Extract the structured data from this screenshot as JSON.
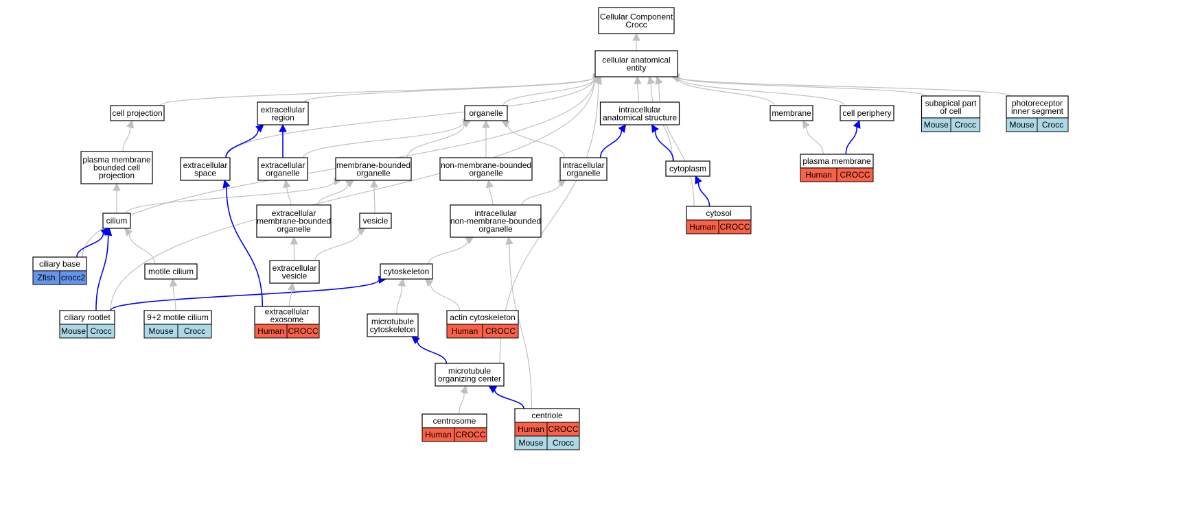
{
  "colors": {
    "gray_edge": "#c0c0c0",
    "blue_edge": "#0000ff",
    "human": "#fa6147",
    "mouse": "#add8e6",
    "zfish": "#6495ed",
    "node_border": "#000000"
  },
  "nodes": [
    {
      "id": "root",
      "lines": [
        "Cellular Component",
        "Crocc"
      ]
    },
    {
      "id": "cae",
      "lines": [
        "cellular anatomical",
        "entity"
      ]
    },
    {
      "id": "cellproj",
      "lines": [
        "cell projection"
      ]
    },
    {
      "id": "exreg",
      "lines": [
        "extracellular",
        "region"
      ]
    },
    {
      "id": "organelle",
      "lines": [
        "organelle"
      ]
    },
    {
      "id": "ias",
      "lines": [
        "intracellular",
        "anatomical structure"
      ]
    },
    {
      "id": "membrane",
      "lines": [
        "membrane"
      ]
    },
    {
      "id": "cellper",
      "lines": [
        "cell periphery"
      ]
    },
    {
      "id": "subapical",
      "lines": [
        "subapical part",
        "of cell"
      ],
      "tags": [
        {
          "species": "Mouse",
          "gene": "Crocc",
          "color": "mouse"
        }
      ]
    },
    {
      "id": "photo",
      "lines": [
        "photoreceptor",
        "inner segment"
      ],
      "tags": [
        {
          "species": "Mouse",
          "gene": "Crocc",
          "color": "mouse"
        }
      ]
    },
    {
      "id": "pmbcp",
      "lines": [
        "plasma membrane",
        "bounded cell",
        "projection"
      ]
    },
    {
      "id": "exspace",
      "lines": [
        "extracellular",
        "space"
      ]
    },
    {
      "id": "exorg",
      "lines": [
        "extracellular",
        "organelle"
      ]
    },
    {
      "id": "mbo",
      "lines": [
        "membrane-bounded",
        "organelle"
      ]
    },
    {
      "id": "nmbo",
      "lines": [
        "non-membrane-bounded",
        "organelle"
      ]
    },
    {
      "id": "intorg",
      "lines": [
        "intracellular",
        "organelle"
      ]
    },
    {
      "id": "cytoplasm",
      "lines": [
        "cytoplasm"
      ]
    },
    {
      "id": "plasmamem",
      "lines": [
        "plasma membrane"
      ],
      "tags": [
        {
          "species": "Human",
          "gene": "CROCC",
          "color": "human"
        }
      ]
    },
    {
      "id": "cilium",
      "lines": [
        "cilium"
      ]
    },
    {
      "id": "exmbo",
      "lines": [
        "extracellular",
        "membrane-bounded",
        "organelle"
      ]
    },
    {
      "id": "vesicle",
      "lines": [
        "vesicle"
      ]
    },
    {
      "id": "inmbo",
      "lines": [
        "intracellular",
        "non-membrane-bounded",
        "organelle"
      ]
    },
    {
      "id": "cytosol",
      "lines": [
        "cytosol"
      ],
      "tags": [
        {
          "species": "Human",
          "gene": "CROCC",
          "color": "human"
        }
      ]
    },
    {
      "id": "cilbase",
      "lines": [
        "ciliary base"
      ],
      "tags": [
        {
          "species": "Zfish",
          "gene": "crocc2",
          "color": "zfish"
        }
      ]
    },
    {
      "id": "motile",
      "lines": [
        "motile cilium"
      ]
    },
    {
      "id": "exves",
      "lines": [
        "extracellular",
        "vesicle"
      ]
    },
    {
      "id": "cytoskel",
      "lines": [
        "cytoskeleton"
      ]
    },
    {
      "id": "cilroot",
      "lines": [
        "ciliary rootlet"
      ],
      "tags": [
        {
          "species": "Mouse",
          "gene": "Crocc",
          "color": "mouse"
        }
      ]
    },
    {
      "id": "motile92",
      "lines": [
        "9+2 motile cilium"
      ],
      "tags": [
        {
          "species": "Mouse",
          "gene": "Crocc",
          "color": "mouse"
        }
      ]
    },
    {
      "id": "exosome",
      "lines": [
        "extracellular",
        "exosome"
      ],
      "tags": [
        {
          "species": "Human",
          "gene": "CROCC",
          "color": "human"
        }
      ]
    },
    {
      "id": "mtcyto",
      "lines": [
        "microtubule",
        "cytoskeleton"
      ]
    },
    {
      "id": "actin",
      "lines": [
        "actin cytoskeleton"
      ],
      "tags": [
        {
          "species": "Human",
          "gene": "CROCC",
          "color": "human"
        }
      ]
    },
    {
      "id": "mtoc",
      "lines": [
        "microtubule",
        "organizing center"
      ]
    },
    {
      "id": "centrosome",
      "lines": [
        "centrosome"
      ],
      "tags": [
        {
          "species": "Human",
          "gene": "CROCC",
          "color": "human"
        }
      ]
    },
    {
      "id": "centriole",
      "lines": [
        "centriole"
      ],
      "tags": [
        {
          "species": "Human",
          "gene": "CROCC",
          "color": "human"
        },
        {
          "species": "Mouse",
          "gene": "Crocc",
          "color": "mouse"
        }
      ]
    }
  ],
  "edges": [
    {
      "from": "cae",
      "to": "root",
      "color": "gray_edge"
    },
    {
      "from": "cellproj",
      "to": "cae",
      "color": "gray_edge"
    },
    {
      "from": "exreg",
      "to": "cae",
      "color": "gray_edge"
    },
    {
      "from": "organelle",
      "to": "cae",
      "color": "gray_edge"
    },
    {
      "from": "ias",
      "to": "cae",
      "color": "gray_edge"
    },
    {
      "from": "membrane",
      "to": "cae",
      "color": "gray_edge"
    },
    {
      "from": "cellper",
      "to": "cae",
      "color": "gray_edge"
    },
    {
      "from": "subapical",
      "to": "cae",
      "color": "gray_edge"
    },
    {
      "from": "photo",
      "to": "cae",
      "color": "gray_edge"
    },
    {
      "from": "exspace",
      "to": "cae",
      "color": "gray_edge"
    },
    {
      "from": "cytoplasm",
      "to": "cae",
      "color": "gray_edge"
    },
    {
      "from": "cytosol",
      "to": "cae",
      "color": "gray_edge"
    },
    {
      "from": "cilbase",
      "to": "cae",
      "color": "gray_edge"
    },
    {
      "from": "cilroot",
      "to": "cae",
      "color": "gray_edge"
    },
    {
      "from": "mtoc",
      "to": "cae",
      "color": "gray_edge"
    },
    {
      "from": "pmbcp",
      "to": "cellproj",
      "color": "gray_edge"
    },
    {
      "from": "exspace",
      "to": "exreg",
      "color": "blue_edge"
    },
    {
      "from": "exorg",
      "to": "exreg",
      "color": "blue_edge"
    },
    {
      "from": "exorg",
      "to": "organelle",
      "color": "gray_edge"
    },
    {
      "from": "mbo",
      "to": "organelle",
      "color": "gray_edge"
    },
    {
      "from": "nmbo",
      "to": "organelle",
      "color": "gray_edge"
    },
    {
      "from": "intorg",
      "to": "organelle",
      "color": "gray_edge"
    },
    {
      "from": "intorg",
      "to": "ias",
      "color": "blue_edge"
    },
    {
      "from": "cytoplasm",
      "to": "ias",
      "color": "blue_edge"
    },
    {
      "from": "plasmamem",
      "to": "membrane",
      "color": "gray_edge"
    },
    {
      "from": "plasmamem",
      "to": "cellper",
      "color": "blue_edge"
    },
    {
      "from": "cilium",
      "to": "pmbcp",
      "color": "gray_edge"
    },
    {
      "from": "cilium",
      "to": "mbo",
      "color": "gray_edge"
    },
    {
      "from": "exmbo",
      "to": "exorg",
      "color": "gray_edge"
    },
    {
      "from": "exmbo",
      "to": "mbo",
      "color": "gray_edge"
    },
    {
      "from": "vesicle",
      "to": "mbo",
      "color": "gray_edge"
    },
    {
      "from": "inmbo",
      "to": "nmbo",
      "color": "gray_edge"
    },
    {
      "from": "inmbo",
      "to": "intorg",
      "color": "gray_edge"
    },
    {
      "from": "cytosol",
      "to": "cytoplasm",
      "color": "blue_edge"
    },
    {
      "from": "cilbase",
      "to": "cilium",
      "color": "blue_edge"
    },
    {
      "from": "motile",
      "to": "cilium",
      "color": "gray_edge"
    },
    {
      "from": "exves",
      "to": "exmbo",
      "color": "gray_edge"
    },
    {
      "from": "exves",
      "to": "vesicle",
      "color": "gray_edge"
    },
    {
      "from": "cytoskel",
      "to": "inmbo",
      "color": "gray_edge"
    },
    {
      "from": "cilroot",
      "to": "cilium",
      "color": "blue_edge"
    },
    {
      "from": "cilroot",
      "to": "cytoskel",
      "color": "blue_edge"
    },
    {
      "from": "motile92",
      "to": "motile",
      "color": "gray_edge"
    },
    {
      "from": "exosome",
      "to": "exves",
      "color": "gray_edge"
    },
    {
      "from": "exosome",
      "to": "exspace",
      "color": "blue_edge"
    },
    {
      "from": "mtcyto",
      "to": "cytoskel",
      "color": "gray_edge"
    },
    {
      "from": "actin",
      "to": "cytoskel",
      "color": "gray_edge"
    },
    {
      "from": "mtoc",
      "to": "mtcyto",
      "color": "blue_edge"
    },
    {
      "from": "centrosome",
      "to": "mtoc",
      "color": "gray_edge"
    },
    {
      "from": "centriole",
      "to": "mtoc",
      "color": "blue_edge"
    },
    {
      "from": "centriole",
      "to": "inmbo",
      "color": "gray_edge"
    }
  ]
}
